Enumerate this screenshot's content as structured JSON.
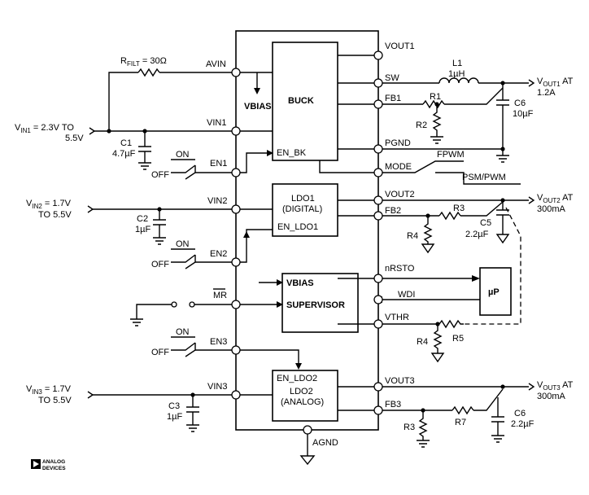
{
  "blocks": {
    "buck": "BUCK",
    "vbias_label": "VBIAS",
    "en_bk": "EN_BK",
    "ldo1_line1": "LDO1",
    "ldo1_line2": "(DIGITAL)",
    "en_ldo1": "EN_LDO1",
    "vbias_sup": "VBIAS",
    "supervisor": "SUPERVISOR",
    "up": "µP",
    "en_ldo2": "EN_LDO2",
    "ldo2_line1": "LDO2",
    "ldo2_line2": "(ANALOG)"
  },
  "pins_left": {
    "avin": "AVIN",
    "vin1": "VIN1",
    "en1": "EN1",
    "vin2": "VIN2",
    "en2": "EN2",
    "mr": "MR",
    "en3": "EN3",
    "vin3": "VIN3"
  },
  "pins_right": {
    "vout1": "VOUT1",
    "sw": "SW",
    "fb1": "FB1",
    "pgnd": "PGND",
    "mode": "MODE",
    "vout2": "VOUT2",
    "fb2": "FB2",
    "nrsto": "nRSTO",
    "wdi": "WDI",
    "vthr": "VTHR",
    "vout3": "VOUT3",
    "fb3": "FB3"
  },
  "agnd": "AGND",
  "inputs": {
    "vin1_a": "V",
    "vin1_sub": "IN1",
    "vin1_b": " = 2.3V TO",
    "vin1_c": "5.5V",
    "vin2_a": "V",
    "vin2_sub": "IN2",
    "vin2_b": " = 1.7V",
    "vin2_c": "TO 5.5V",
    "vin3_a": "V",
    "vin3_sub": "IN3",
    "vin3_b": " = 1.7V",
    "vin3_c": "TO 5.5V"
  },
  "outputs": {
    "vout1_a": "V",
    "vout1_sub": "OUT1",
    "vout1_b": " AT",
    "vout1_c": "1.2A",
    "vout2_a": "V",
    "vout2_sub": "OUT2",
    "vout2_b": " AT",
    "vout2_c": "300mA",
    "vout3_a": "V",
    "vout3_sub": "OUT3",
    "vout3_b": " AT",
    "vout3_c": "300mA"
  },
  "components": {
    "rfilt_a": "R",
    "rfilt_sub": "FILT",
    "rfilt_b": " = 30Ω",
    "c1_name": "C1",
    "c1_val": "4.7µF",
    "c2_name": "C2",
    "c2_val": "1µF",
    "c3_name": "C3",
    "c3_val": "1µF",
    "l1_name": "L1",
    "l1_val": "1µH",
    "r1": "R1",
    "r2": "R2",
    "c6a_name": "C6",
    "c6a_val": "10µF",
    "r3a": "R3",
    "r4a": "R4",
    "c5_name": "C5",
    "c5_val": "2.2µF",
    "r4b": "R4",
    "r5": "R5",
    "r3b": "R3",
    "r7": "R7",
    "c6b_name": "C6",
    "c6b_val": "2.2µF"
  },
  "switches": {
    "on1": "ON",
    "off1": "OFF",
    "on2": "ON",
    "off2": "OFF",
    "on3": "ON",
    "off3": "OFF"
  },
  "mode_opts": {
    "fpwm": "FPWM",
    "psm": "PSM/PWM"
  },
  "logo": {
    "line1": "ANALOG",
    "line2": "DEVICES"
  }
}
